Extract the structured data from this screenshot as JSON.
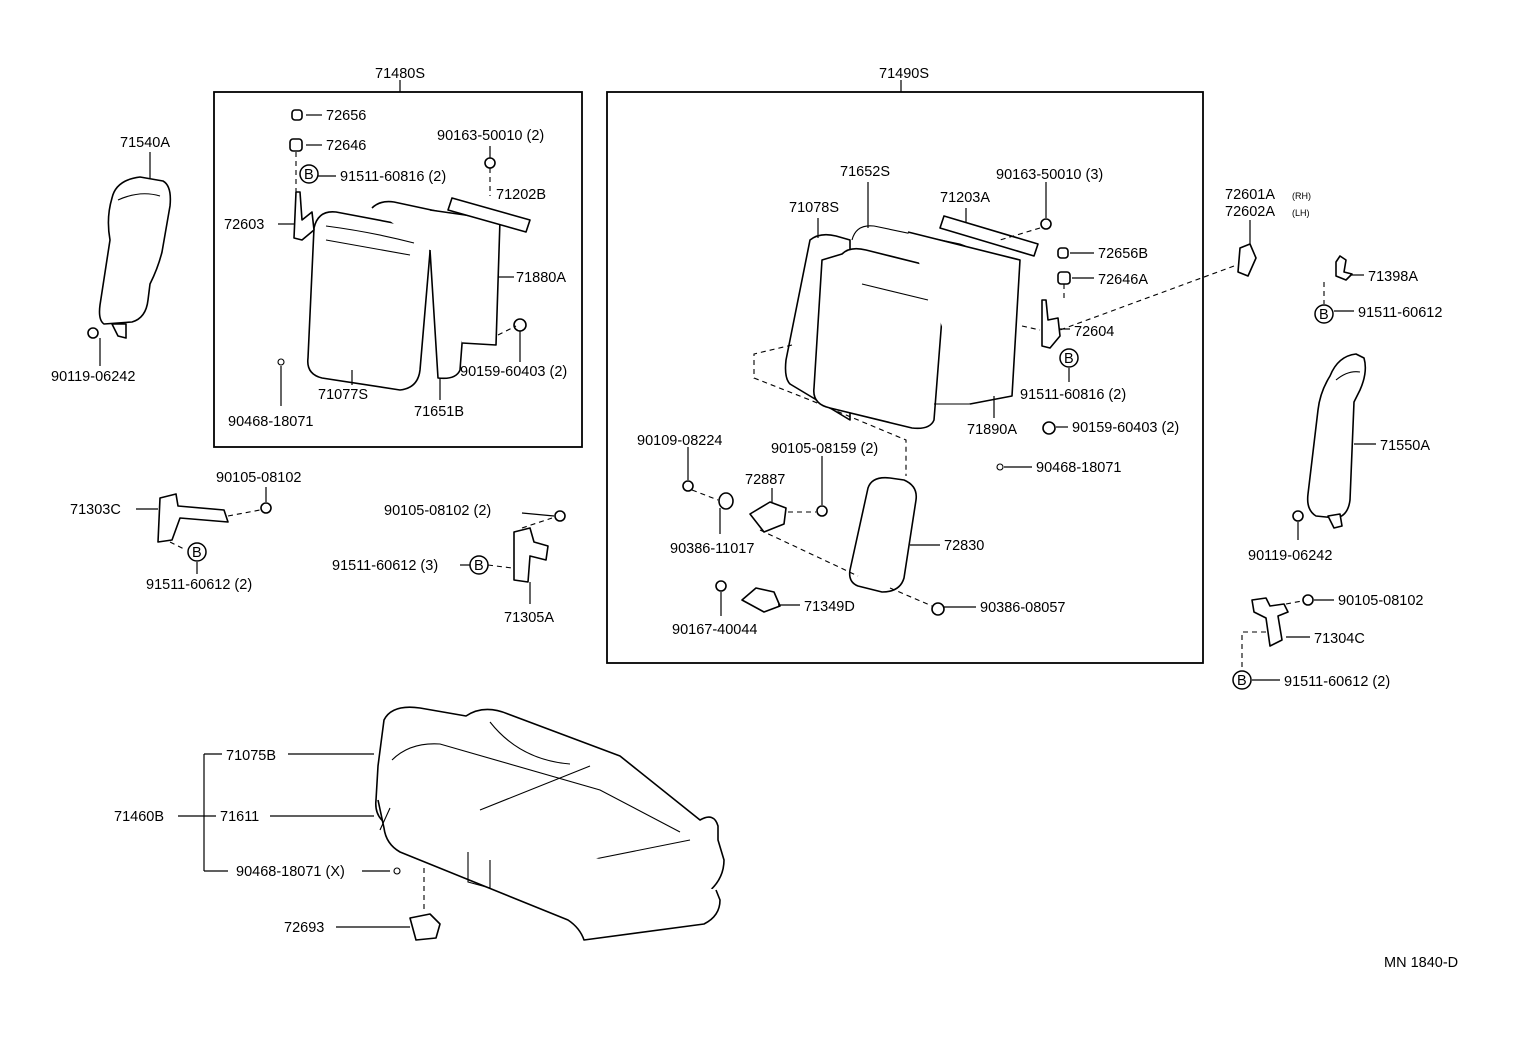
{
  "diagram": {
    "labels": {
      "asm_71480S": "71480S",
      "asm_71490S": "71490S",
      "p71540A": "71540A",
      "p90119_left": "90119-06242",
      "p72656": "72656",
      "p72646": "72646",
      "p91511_60816_left": "91511-60816 (2)",
      "p72603": "72603",
      "p90163_left": "90163-50010 (2)",
      "p71202B": "71202B",
      "p71880A": "71880A",
      "p90159_left": "90159-60403 (2)",
      "p90468_box1": "90468-18071",
      "p71077S": "71077S",
      "p71651B": "71651B",
      "p90105_a": "90105-08102",
      "p71303C": "71303C",
      "p91511_60612_a": "91511-60612 (2)",
      "p90105_b": "90105-08102 (2)",
      "p91511_60612_3": "91511-60612 (3)",
      "p71305A": "71305A",
      "p71652S": "71652S",
      "p71078S": "71078S",
      "p71203A": "71203A",
      "p90163_right": "90163-50010 (3)",
      "p72656B": "72656B",
      "p72646A": "72646A",
      "p72604": "72604",
      "p91511_60816_right": "91511-60816 (2)",
      "p71890A": "71890A",
      "p90159_right": "90159-60403 (2)",
      "p90468_box2": "90468-18071",
      "p90109": "90109-08224",
      "p90105_08159": "90105-08159 (2)",
      "p72887": "72887",
      "p90386_11017": "90386-11017",
      "p72830": "72830",
      "p90167": "90167-40044",
      "p71349D": "71349D",
      "p90386_08057": "90386-08057",
      "p72601A": "72601A",
      "p72601A_sub": "(RH)",
      "p72602A": "72602A",
      "p72602A_sub": "(LH)",
      "p71398A": "71398A",
      "p91511_60612_r1": "91511-60612",
      "p71550A": "71550A",
      "p90119_right": "90119-06242",
      "p90105_right": "90105-08102",
      "p71304C": "71304C",
      "p91511_60612_r2": "91511-60612 (2)",
      "p71075B": "71075B",
      "p71460B": "71460B",
      "p71611": "71611",
      "p90468_x": "90468-18071 (X)",
      "p72693": "72693",
      "b_marker": "B",
      "code": "MN 1840-D"
    }
  }
}
